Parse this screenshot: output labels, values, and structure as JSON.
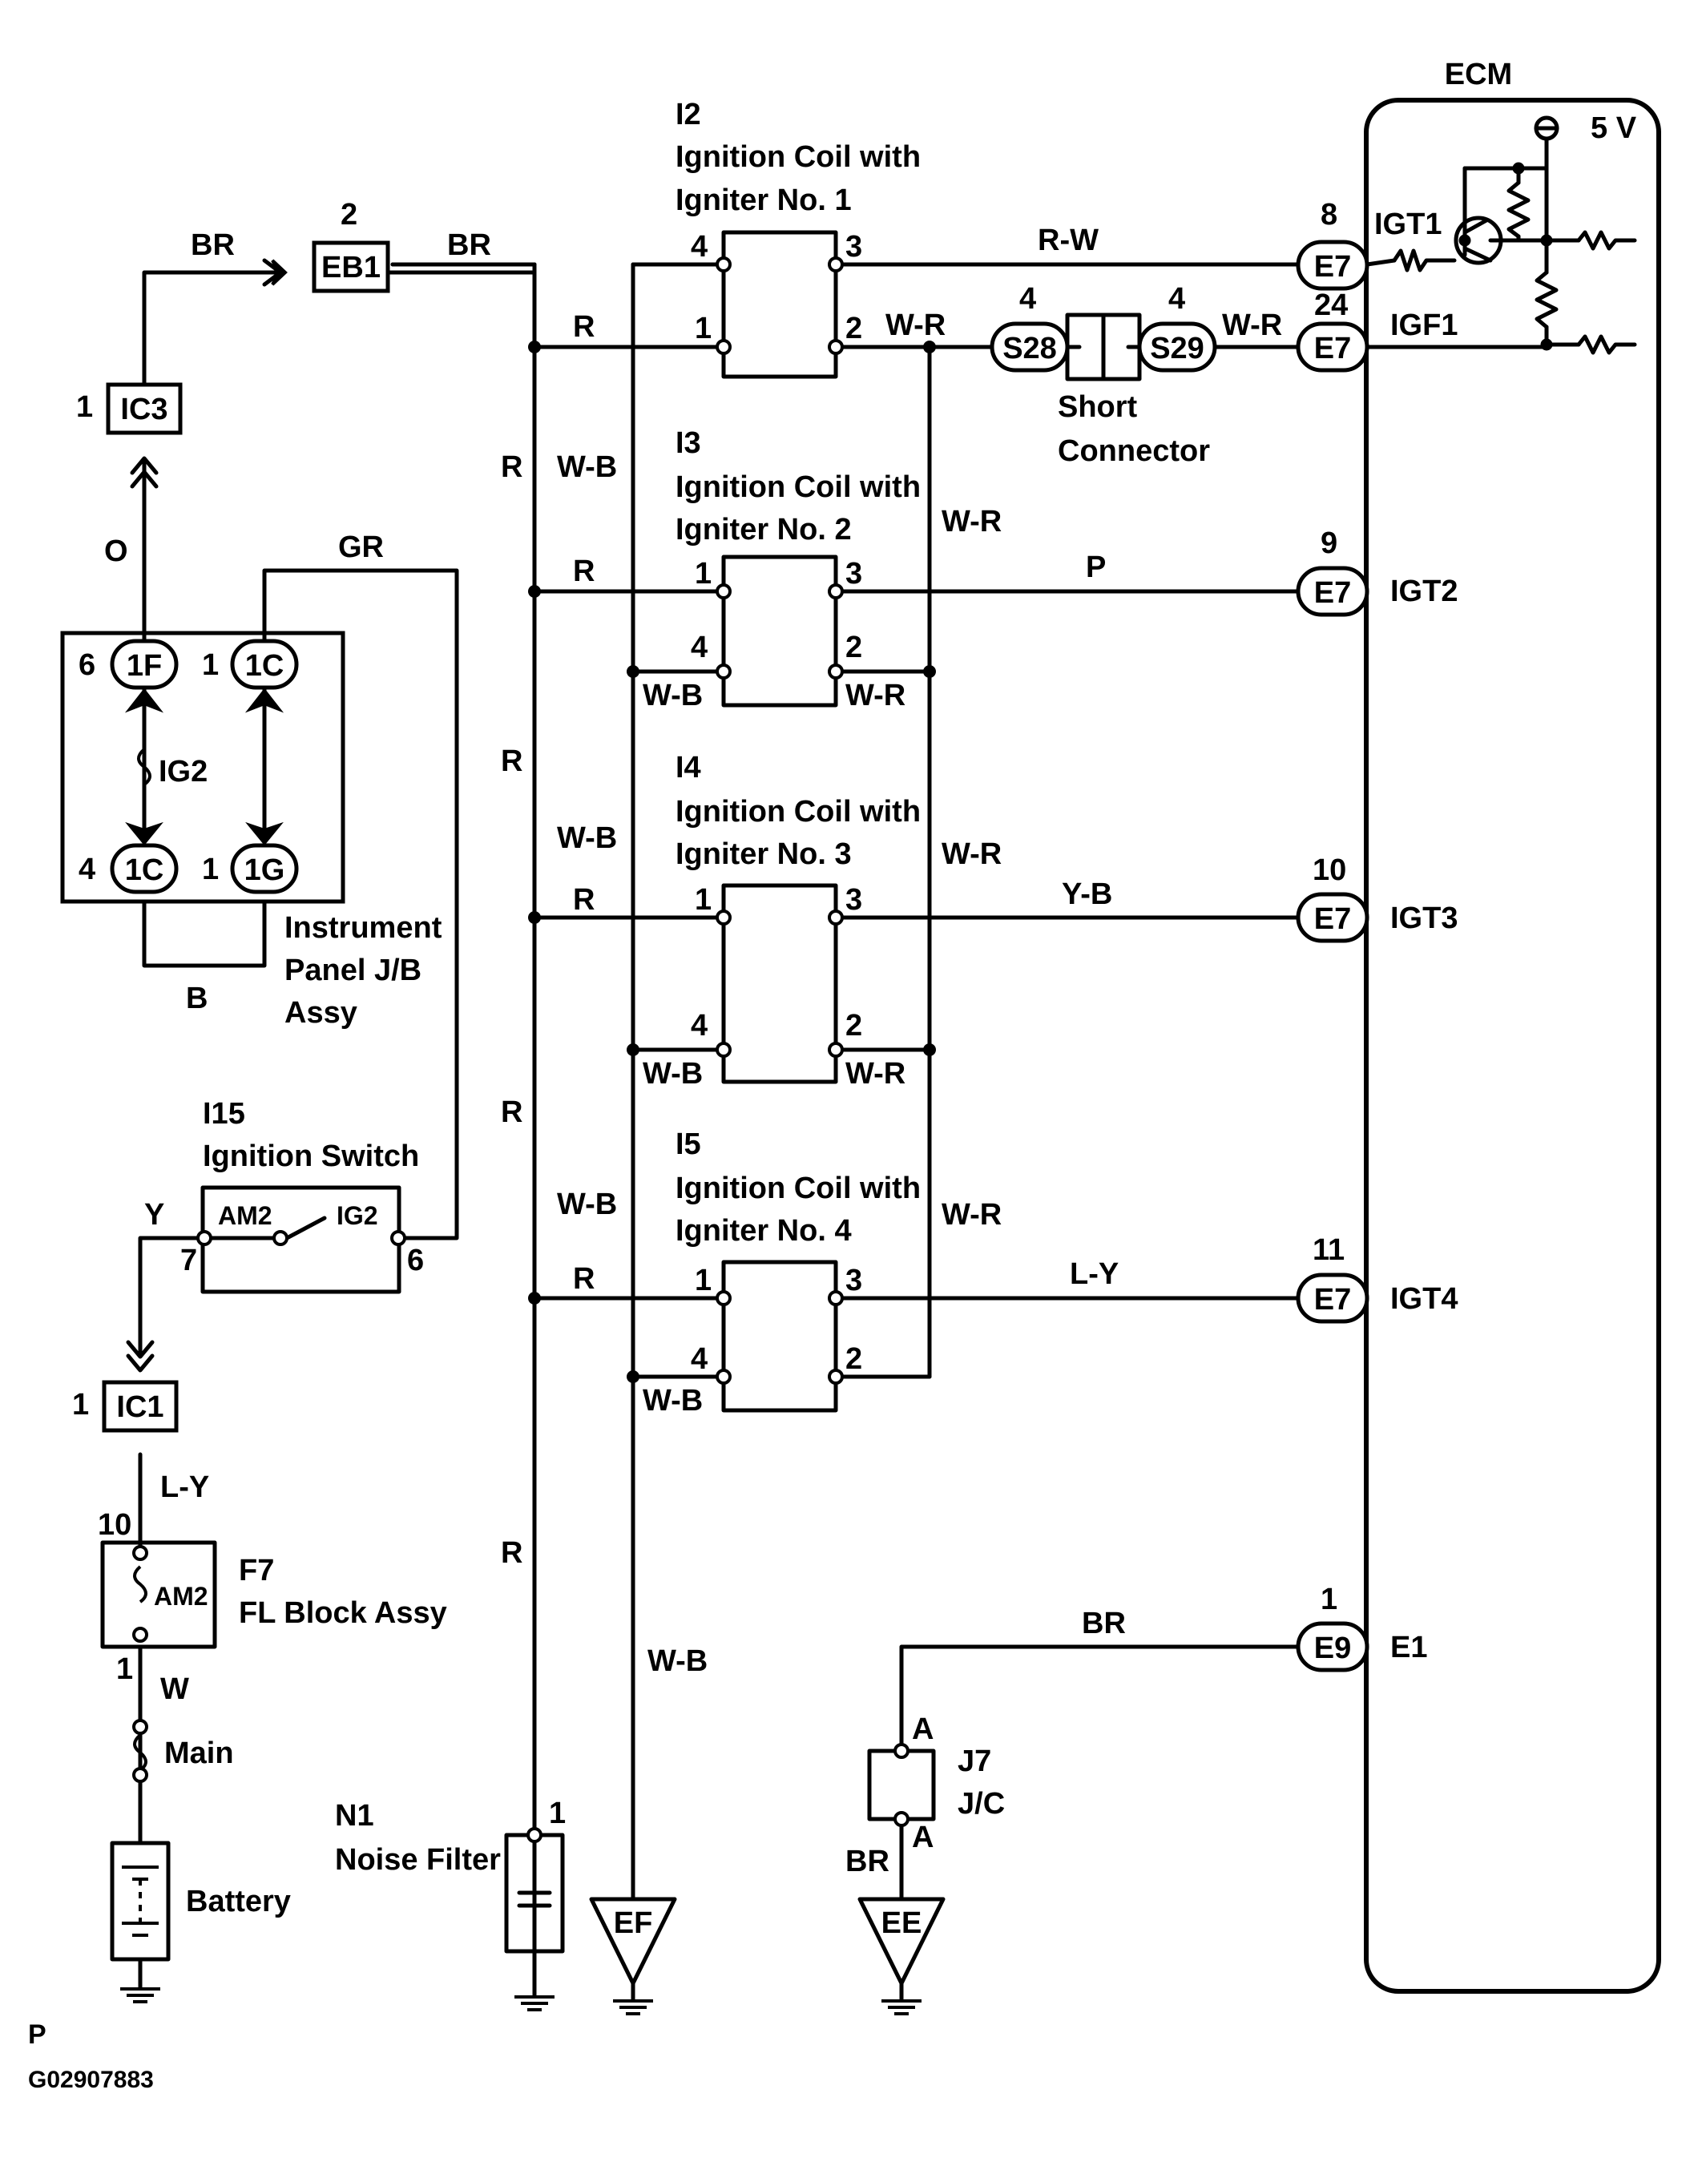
{
  "ecm": {
    "title": "ECM",
    "vref": "5 V"
  },
  "coils": [
    {
      "id": "I2",
      "name1": "Ignition Coil with",
      "name2": "Igniter No. 1"
    },
    {
      "id": "I3",
      "name1": "Ignition Coil with",
      "name2": "Igniter No. 2"
    },
    {
      "id": "I4",
      "name1": "Ignition Coil with",
      "name2": "Igniter No. 3"
    },
    {
      "id": "I5",
      "name1": "Ignition Coil with",
      "name2": "Igniter No. 4"
    }
  ],
  "ecm_terminals": [
    {
      "connector": "E7",
      "pin": "8",
      "signal": "IGT1",
      "wire": "R-W"
    },
    {
      "connector": "E7",
      "pin": "24",
      "signal": "IGF1",
      "wire": "W-R"
    },
    {
      "connector": "E7",
      "pin": "9",
      "signal": "IGT2",
      "wire": "P"
    },
    {
      "connector": "E7",
      "pin": "10",
      "signal": "IGT3",
      "wire": "Y-B"
    },
    {
      "connector": "E7",
      "pin": "11",
      "signal": "IGT4",
      "wire": "L-Y"
    },
    {
      "connector": "E9",
      "pin": "1",
      "signal": "E1",
      "wire": "BR"
    }
  ],
  "pins": {
    "p1": "1",
    "p2": "2",
    "p3": "3",
    "p4": "4",
    "p6": "6",
    "p7": "7",
    "p8": "8",
    "p9": "9",
    "p10": "10",
    "p11": "11",
    "p24": "24"
  },
  "wires": {
    "BR": "BR",
    "R": "R",
    "WB": "W-B",
    "WR": "W-R",
    "RW": "R-W",
    "O": "O",
    "GR": "GR",
    "B": "B",
    "Y": "Y",
    "LY": "L-Y",
    "W": "W",
    "P": "P",
    "YB": "Y-B"
  },
  "connectors": {
    "EB1": "EB1",
    "IC3": "IC3",
    "IC1": "IC1",
    "1F": "1F",
    "1C": "1C",
    "1G": "1G",
    "S28": "S28",
    "S29": "S29",
    "E7": "E7",
    "E9": "E9",
    "EF": "EF",
    "EE": "EE"
  },
  "short_connector": {
    "line1": "Short",
    "line2": "Connector"
  },
  "jb": {
    "line1": "Instrument",
    "line2": "Panel J/B",
    "line3": "Assy",
    "fuse": "IG2"
  },
  "ignition_switch": {
    "id": "I15",
    "name": "Ignition Switch",
    "t1": "AM2",
    "t2": "IG2"
  },
  "fl_block": {
    "id": "F7",
    "name": "FL Block Assy",
    "fuse": "AM2"
  },
  "main_fuse": "Main",
  "battery": "Battery",
  "noise_filter": {
    "id": "N1",
    "name": "Noise Filter"
  },
  "jc": {
    "id": "J7",
    "name": "J/C",
    "pin": "A"
  },
  "footer": {
    "letter": "P",
    "code": "G02907883"
  },
  "colors": {
    "line": "#000000",
    "background": "#ffffff"
  }
}
